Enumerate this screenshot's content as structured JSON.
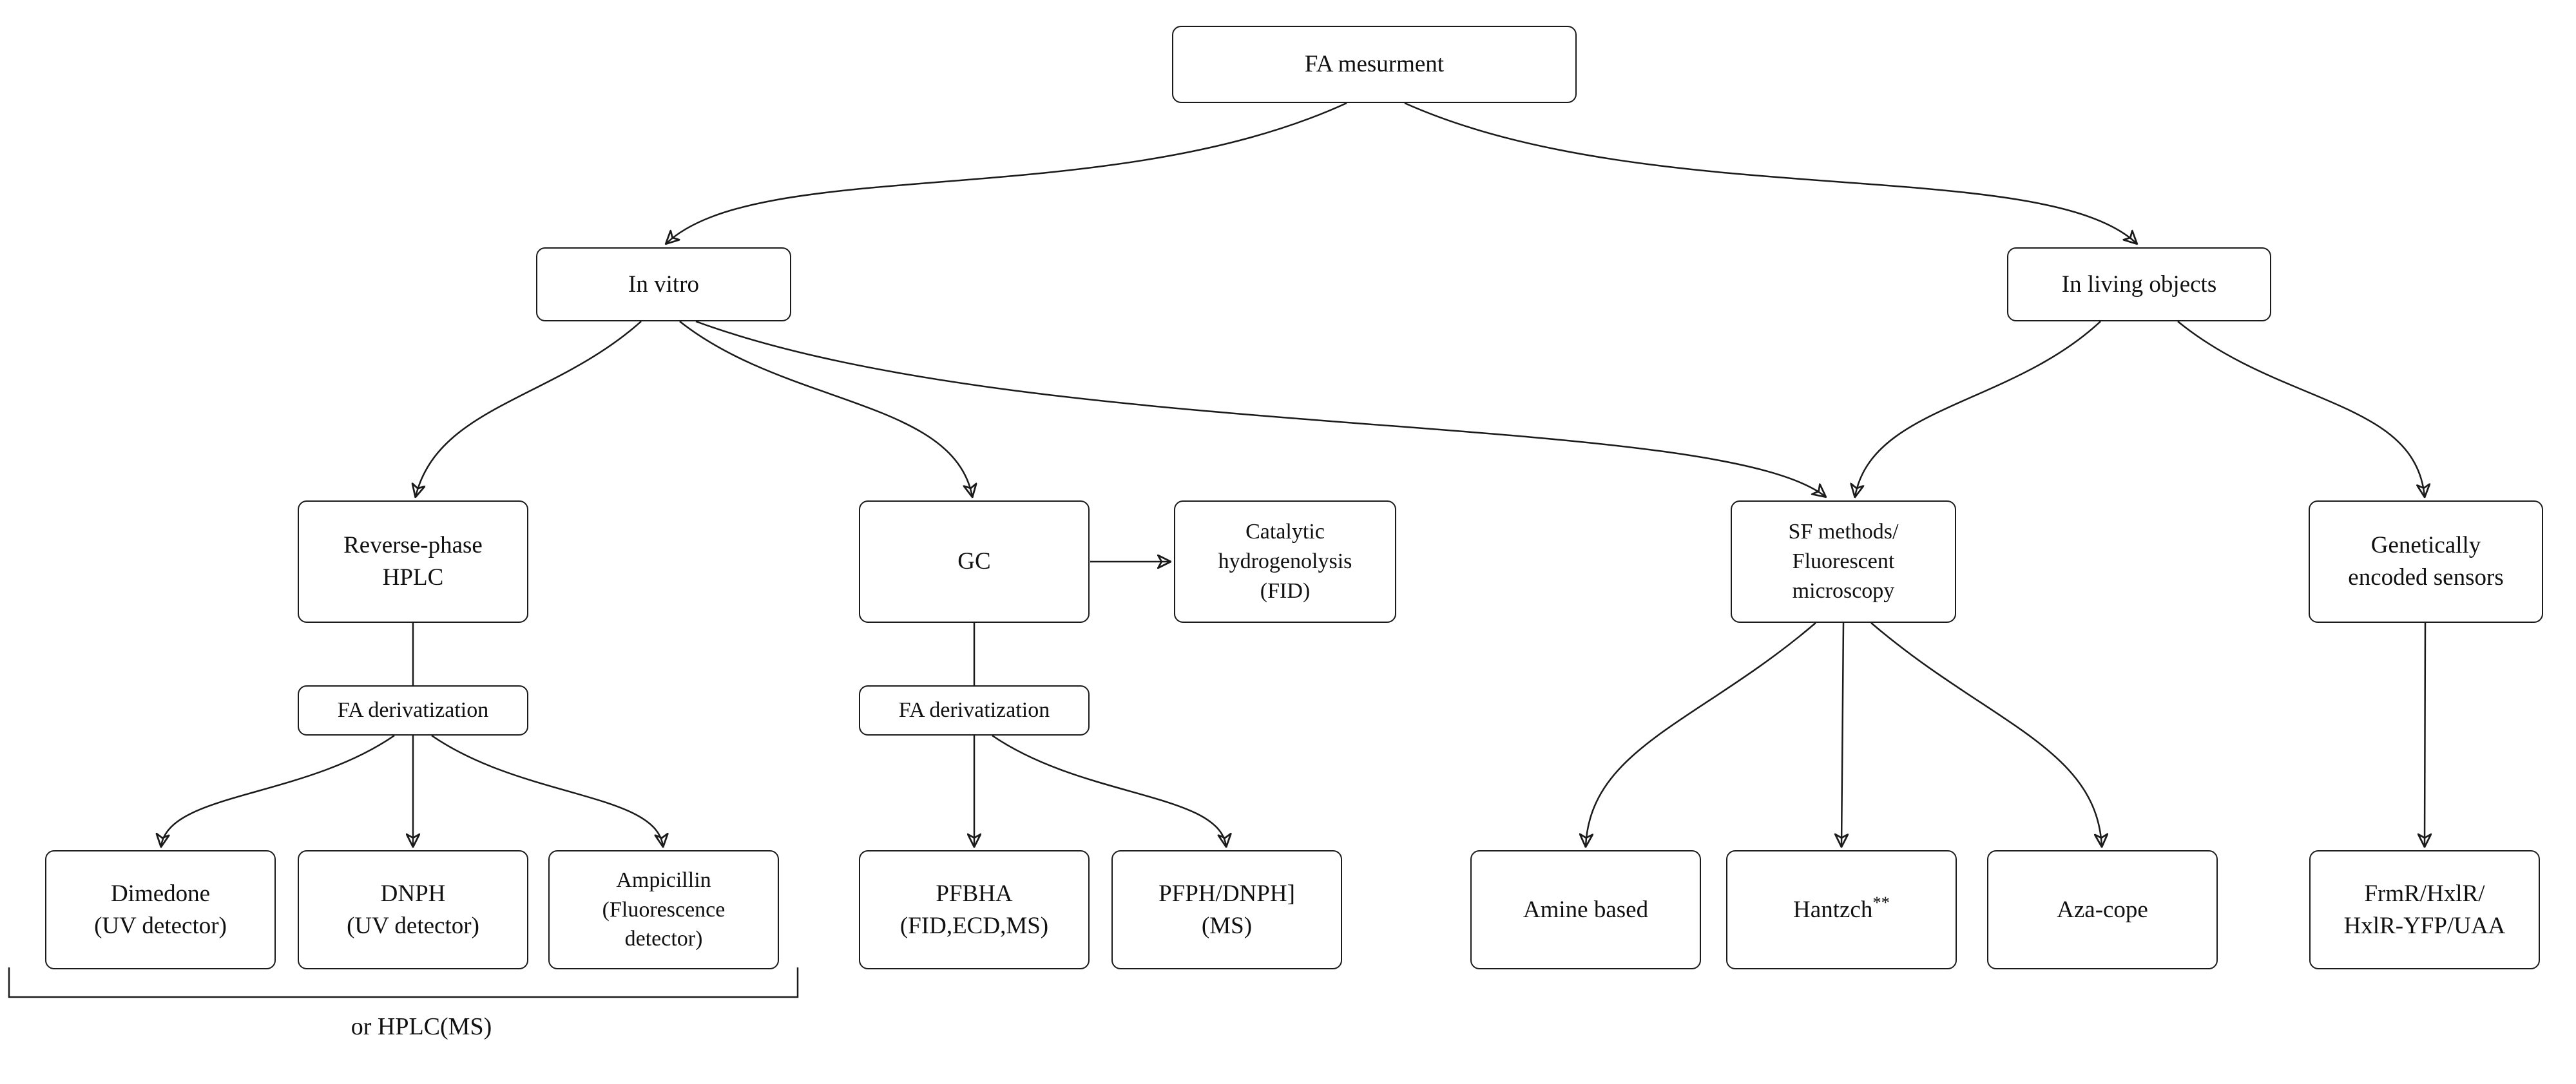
{
  "diagram": {
    "title": "FA mesurment",
    "type": "flowchart"
  },
  "colors": {
    "background": "#ffffff",
    "box_fill": "#ffffff",
    "box_border": "#1a1a1a",
    "line": "#1a1a1a",
    "text": "#111111"
  },
  "nodes": {
    "fa_measurement": {
      "label": "FA mesurment"
    },
    "in_vitro": {
      "label": "In vitro"
    },
    "in_living_objects": {
      "label": "In living objects"
    },
    "reverse_phase_hplc": {
      "label": "Reverse-phase\nHPLC"
    },
    "gc": {
      "label": "GC"
    },
    "catalytic_hydrogenolysis": {
      "label": "Catalytic\nhydrogenolysis\n(FID)"
    },
    "sf_methods": {
      "label": "SF methods/\nFluorescent\nmicroscopy"
    },
    "genetically_encoded_sensors": {
      "label": "Genetically\nencoded sensors"
    },
    "fa_derivatization_hplc": {
      "label": "FA derivatization"
    },
    "fa_derivatization_gc": {
      "label": "FA derivatization"
    },
    "dimedone": {
      "label": "Dimedone\n(UV detector)"
    },
    "dnph": {
      "label": "DNPH\n(UV detector)"
    },
    "ampicillin": {
      "label": "Ampicillin\n(Fluorescence\ndetector)"
    },
    "pfbha": {
      "label": "PFBHA\n(FID,ECD,MS)"
    },
    "pfph_dnph": {
      "label": "PFPH/DNPH]\n(MS)"
    },
    "amine_based": {
      "label": "Amine based"
    },
    "hantzch": {
      "label": "Hantzch",
      "superscript": "**"
    },
    "aza_cope": {
      "label": "Aza-cope"
    },
    "frmr_hxlr": {
      "label": "FrmR/HxlR/\nHxlR-YFP/UAA"
    }
  },
  "annotations": {
    "or_hplc_ms": "or HPLC(MS)",
    "bracket_spans": "dimedone,dnph,ampicillin"
  },
  "edges": [
    {
      "from": "fa_measurement",
      "to": "in_vitro"
    },
    {
      "from": "fa_measurement",
      "to": "in_living_objects"
    },
    {
      "from": "in_vitro",
      "to": "reverse_phase_hplc"
    },
    {
      "from": "in_vitro",
      "to": "gc"
    },
    {
      "from": "in_vitro",
      "to": "sf_methods"
    },
    {
      "from": "in_living_objects",
      "to": "sf_methods"
    },
    {
      "from": "in_living_objects",
      "to": "genetically_encoded_sensors"
    },
    {
      "from": "gc",
      "to": "catalytic_hydrogenolysis"
    },
    {
      "from": "reverse_phase_hplc",
      "to": "fa_derivatization_hplc"
    },
    {
      "from": "gc",
      "to": "fa_derivatization_gc"
    },
    {
      "from": "fa_derivatization_hplc",
      "to": "dimedone"
    },
    {
      "from": "fa_derivatization_hplc",
      "to": "dnph"
    },
    {
      "from": "fa_derivatization_hplc",
      "to": "ampicillin"
    },
    {
      "from": "fa_derivatization_gc",
      "to": "pfbha"
    },
    {
      "from": "fa_derivatization_gc",
      "to": "pfph_dnph"
    },
    {
      "from": "sf_methods",
      "to": "amine_based"
    },
    {
      "from": "sf_methods",
      "to": "hantzch"
    },
    {
      "from": "sf_methods",
      "to": "aza_cope"
    },
    {
      "from": "genetically_encoded_sensors",
      "to": "frmr_hxlr"
    }
  ]
}
